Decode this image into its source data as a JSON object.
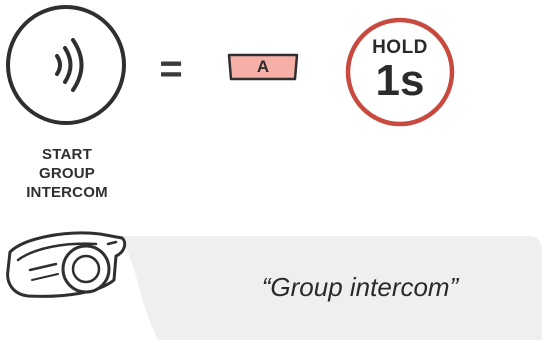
{
  "action": {
    "caption_line1": "START",
    "caption_line2": "GROUP",
    "caption_line3": "INTERCOM",
    "icon": "intercom-waves-icon"
  },
  "equals_sign": "=",
  "key": {
    "label": "A",
    "fill_color": "#f6b0a8"
  },
  "hold": {
    "label": "HOLD",
    "duration": "1s",
    "ring_color": "#c84a3f"
  },
  "voice_prompt": {
    "text": "“Group intercom”",
    "bubble_color": "#efefef"
  },
  "device": {
    "icon": "headset-device-icon"
  }
}
